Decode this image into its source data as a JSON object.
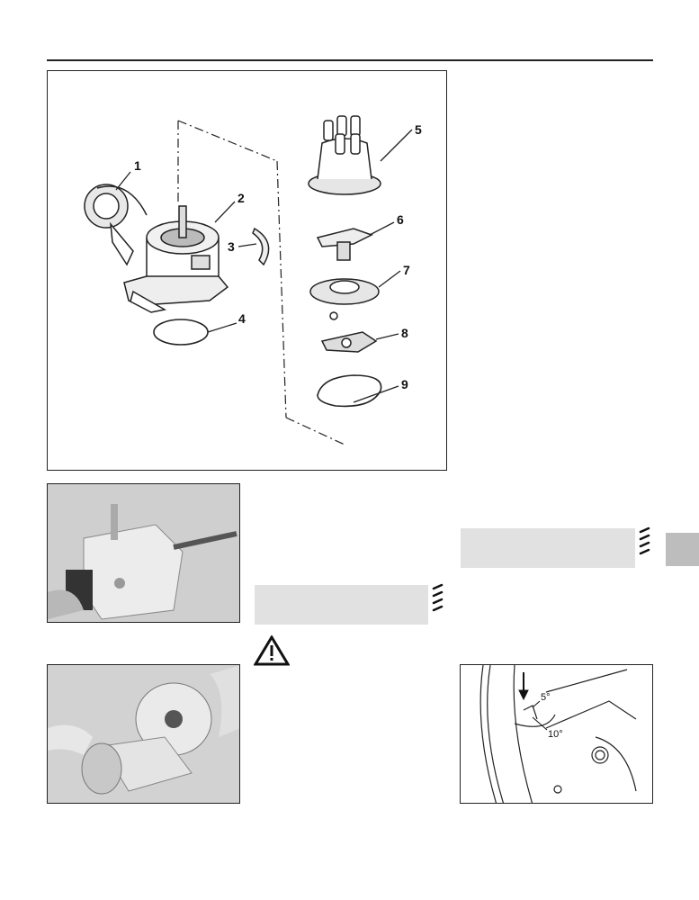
{
  "exploded_diagram": {
    "callouts": [
      "1",
      "2",
      "3",
      "4",
      "5",
      "6",
      "7",
      "8",
      "9"
    ]
  },
  "timing_diagram": {
    "mark_labels": [
      "5°",
      "10°"
    ]
  },
  "icons": {
    "difficulty": "spanner-difficulty-icon",
    "warning": "warning-triangle-icon"
  },
  "colors": {
    "shaded_box": "#e1e1e1",
    "tab": "#bdbdbd"
  }
}
